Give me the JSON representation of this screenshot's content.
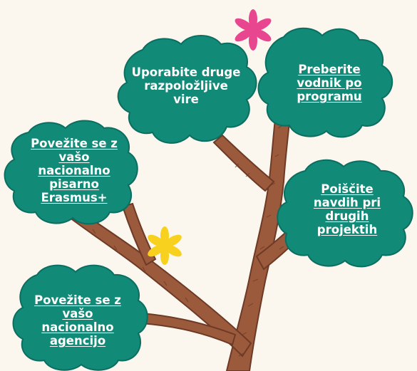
{
  "colors": {
    "background": "#fbf7ef",
    "cloud": "#128a78",
    "cloud_edge": "#0b6e60",
    "trunk": "#9b5a3c",
    "trunk_edge": "#6e3a26",
    "flower_pink": "#e8468f",
    "flower_yellow": "#f8d11e"
  },
  "nodes": [
    {
      "id": "use-resources",
      "text": "Uporabite druge razpoložljive vire",
      "link": false
    },
    {
      "id": "read-guide",
      "text": "Preberite vodnik po programu",
      "link": true
    },
    {
      "id": "contact-office",
      "text": "Povežite se z vašo nacionalno pisarno Erasmus+",
      "link": true
    },
    {
      "id": "find-inspiration",
      "text": "Poiščite navdih pri drugih projektih",
      "link": true
    },
    {
      "id": "contact-agency",
      "text": "Povežite se z vašo nacionalno agencijo",
      "link": true
    }
  ],
  "icons": [
    "pink-flower-icon",
    "yellow-flower-icon"
  ]
}
